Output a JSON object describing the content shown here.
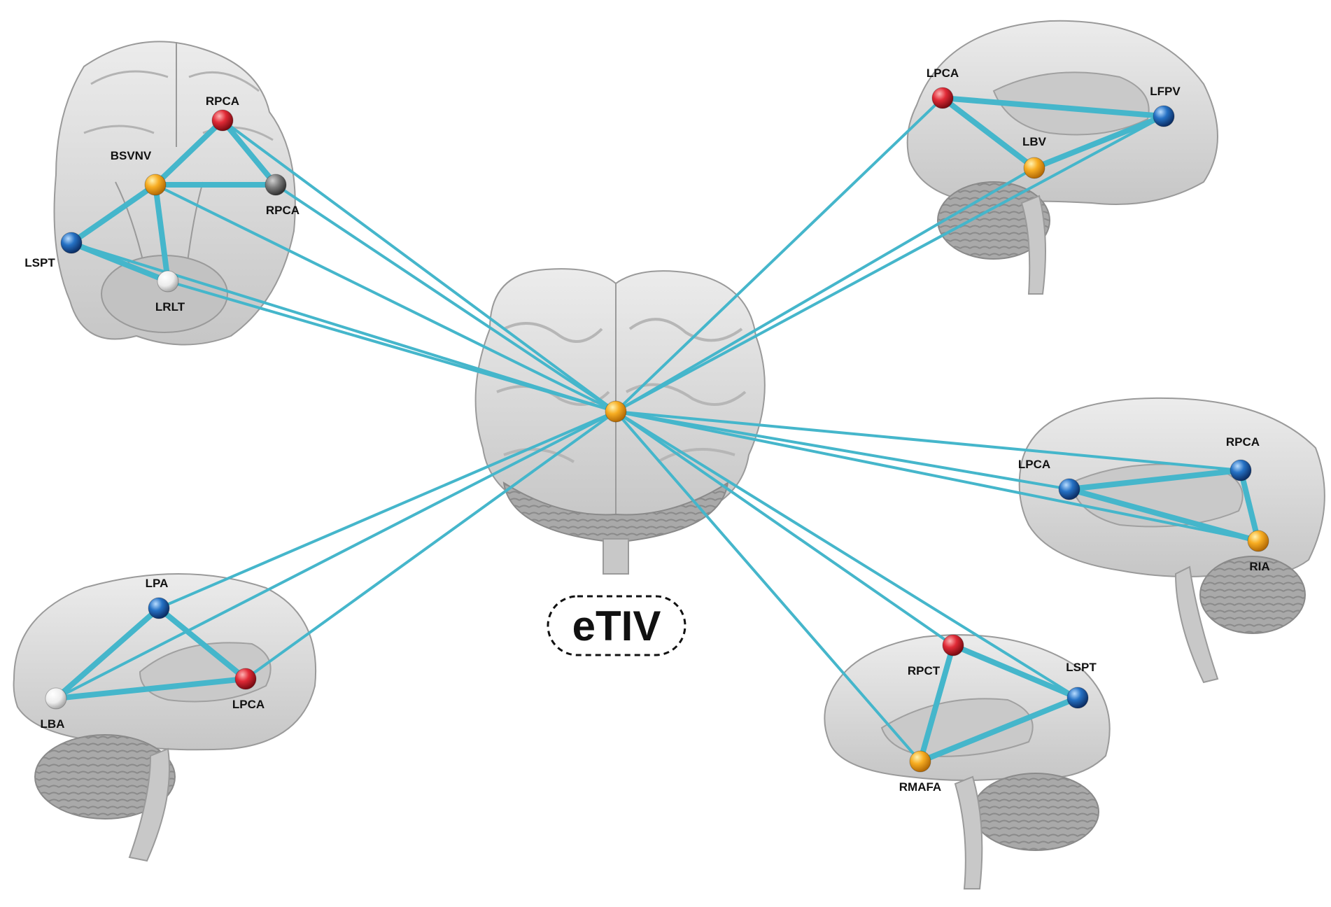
{
  "center": {
    "label": "eTIV",
    "node_color": "orange"
  },
  "colors": {
    "edge": "#45b6cb",
    "edge_light": "#7fd3de",
    "red": "#d0202c",
    "orange": "#f5a51f",
    "blue": "#1f64b0",
    "white": "#f2f2f2",
    "gray": "#6e6e6e",
    "brain": "#d3d3d3"
  },
  "panels": [
    {
      "id": "ventral",
      "nodes": [
        {
          "id": "v_rpca1",
          "label": "RPCA",
          "color": "red"
        },
        {
          "id": "v_bsvnv",
          "label": "BSVNV",
          "color": "orange"
        },
        {
          "id": "v_rpca2",
          "label": "RPCA",
          "color": "gray"
        },
        {
          "id": "v_lspt",
          "label": "LSPT",
          "color": "blue"
        },
        {
          "id": "v_lrlt",
          "label": "LRLT",
          "color": "white"
        }
      ]
    },
    {
      "id": "top-right",
      "nodes": [
        {
          "id": "tr_lpca",
          "label": "LPCA",
          "color": "red"
        },
        {
          "id": "tr_lfpv",
          "label": "LFPV",
          "color": "blue"
        },
        {
          "id": "tr_lbv",
          "label": "LBV",
          "color": "orange"
        }
      ]
    },
    {
      "id": "mid-right",
      "nodes": [
        {
          "id": "mr_rpca",
          "label": "RPCA",
          "color": "blue"
        },
        {
          "id": "mr_lpca",
          "label": "LPCA",
          "color": "blue"
        },
        {
          "id": "mr_ria",
          "label": "RIA",
          "color": "orange"
        }
      ]
    },
    {
      "id": "bottom-left",
      "nodes": [
        {
          "id": "bl_lpa",
          "label": "LPA",
          "color": "blue"
        },
        {
          "id": "bl_lba",
          "label": "LBA",
          "color": "white"
        },
        {
          "id": "bl_lpca",
          "label": "LPCA",
          "color": "red"
        }
      ]
    },
    {
      "id": "bottom-right",
      "nodes": [
        {
          "id": "br_rpct",
          "label": "RPCT",
          "color": "red"
        },
        {
          "id": "br_lspt",
          "label": "LSPT",
          "color": "blue"
        },
        {
          "id": "br_rmafa",
          "label": "RMAFA",
          "color": "orange"
        }
      ]
    }
  ],
  "edges": [
    [
      "v_rpca1",
      "v_bsvnv"
    ],
    [
      "v_rpca1",
      "v_rpca2"
    ],
    [
      "v_bsvnv",
      "v_rpca2"
    ],
    [
      "v_bsvnv",
      "v_lspt"
    ],
    [
      "v_bsvnv",
      "v_lrlt"
    ],
    [
      "v_lspt",
      "v_lrlt"
    ],
    [
      "tr_lpca",
      "tr_lfpv"
    ],
    [
      "tr_lpca",
      "tr_lbv"
    ],
    [
      "tr_lbv",
      "tr_lfpv"
    ],
    [
      "mr_lpca",
      "mr_rpca"
    ],
    [
      "mr_rpca",
      "mr_ria"
    ],
    [
      "mr_lpca",
      "mr_ria"
    ],
    [
      "bl_lpa",
      "bl_lba"
    ],
    [
      "bl_lpa",
      "bl_lpca"
    ],
    [
      "bl_lba",
      "bl_lpca"
    ],
    [
      "br_rpct",
      "br_lspt"
    ],
    [
      "br_rpct",
      "br_rmafa"
    ],
    [
      "br_rmafa",
      "br_lspt"
    ]
  ],
  "center_edges": [
    "v_rpca1",
    "v_rpca2",
    "v_bsvnv",
    "v_lspt",
    "v_lrlt",
    "tr_lpca",
    "tr_lfpv",
    "tr_lbv",
    "mr_rpca",
    "mr_lpca",
    "mr_ria",
    "bl_lpa",
    "bl_lba",
    "bl_lpca",
    "br_rpct",
    "br_lspt",
    "br_rmafa"
  ]
}
